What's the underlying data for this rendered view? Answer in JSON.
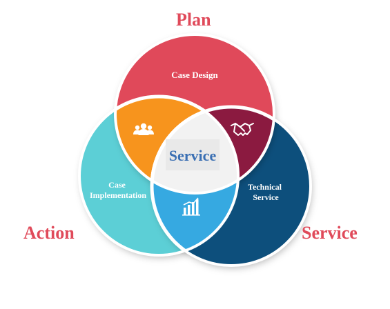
{
  "diagram": {
    "outer_labels": {
      "top": "Plan",
      "left": "Action",
      "right": "Service"
    },
    "circles": {
      "top": {
        "label": "Case Design",
        "color": "#e04a5a"
      },
      "left": {
        "label_line1": "Case",
        "label_line2": "Implementation",
        "color": "#5ccfd6"
      },
      "right": {
        "label_line1": "Technical",
        "label_line2": "Service",
        "color": "#0f4f7c"
      }
    },
    "overlaps": {
      "top_left": {
        "icon": "people-icon",
        "color": "#f7941d"
      },
      "top_right": {
        "icon": "handshake-icon",
        "color": "#8b1a40"
      },
      "bottom": {
        "icon": "bar-chart-icon",
        "color": "#36a9e1"
      }
    },
    "center": {
      "label": "Service",
      "color": "#3a6fb3"
    },
    "label_color": "#e04a5a"
  }
}
